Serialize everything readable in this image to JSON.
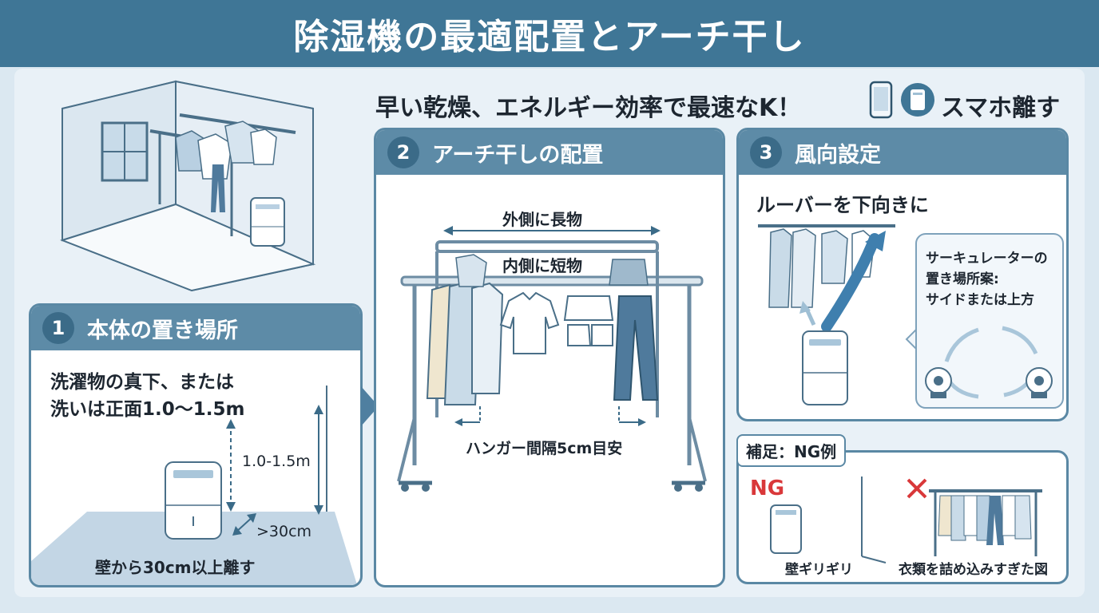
{
  "header": {
    "title": "除湿機の最適配置とアーチ干し"
  },
  "tagline": "早い乾燥、エネルギー効率で最速なK！",
  "phone_note": {
    "label": "スマホ離す",
    "icons": [
      "smartphone-icon",
      "dehumidifier-icon"
    ]
  },
  "section1": {
    "number": "1",
    "title": "本体の置き場所",
    "line1": "洗濯物の真下、または",
    "line2": "洗いは正面1.0〜1.5m",
    "height_label": "1.0-1.5m",
    "distance_label": ">30cm",
    "wall_note": "壁から30cm以上離す"
  },
  "section2": {
    "number": "2",
    "title": "アーチ干しの配置",
    "outer_label": "外側に長物",
    "inner_label": "内側に短物",
    "spacing_label": "ハンガー間隔5cm目安"
  },
  "section3": {
    "number": "3",
    "title": "風向設定",
    "louver_label": "ルーバーを下向きに",
    "circulator_line1": "サーキュレーターの",
    "circulator_line2": "置き場所案:",
    "circulator_line3": "サイドまたは上方"
  },
  "ng_section": {
    "title": "補足：NG例",
    "ng_label": "NG",
    "wall_caption": "壁ギリギリ",
    "crowded_caption": "衣類を詰め込みすぎた図"
  },
  "colors": {
    "header_bg": "#3f7696",
    "card_border": "#5a88a4",
    "card_head": "#5d8ba7",
    "ng_red": "#d9383a",
    "pants": "#4f7a9c"
  }
}
